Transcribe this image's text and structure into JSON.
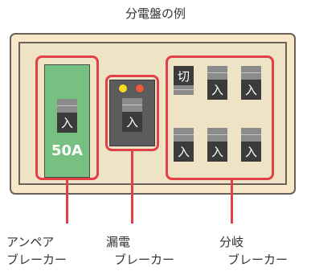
{
  "title": "分電盤の例",
  "amp_rating": "50A",
  "switch_on": "入",
  "switch_off": "切",
  "labels": {
    "ampere_line1": "アンペア",
    "ampere_line2": "ブレーカー",
    "leak_line1": "漏電",
    "leak_line2": "ブレーカー",
    "branch_line1": "分岐",
    "branch_line2": "ブレーカー"
  },
  "colors": {
    "highlight": "#e04046",
    "ampere_breaker": "#76c081",
    "lamp_yellow": "#f6dd1f",
    "lamp_red": "#ee5a3a"
  }
}
